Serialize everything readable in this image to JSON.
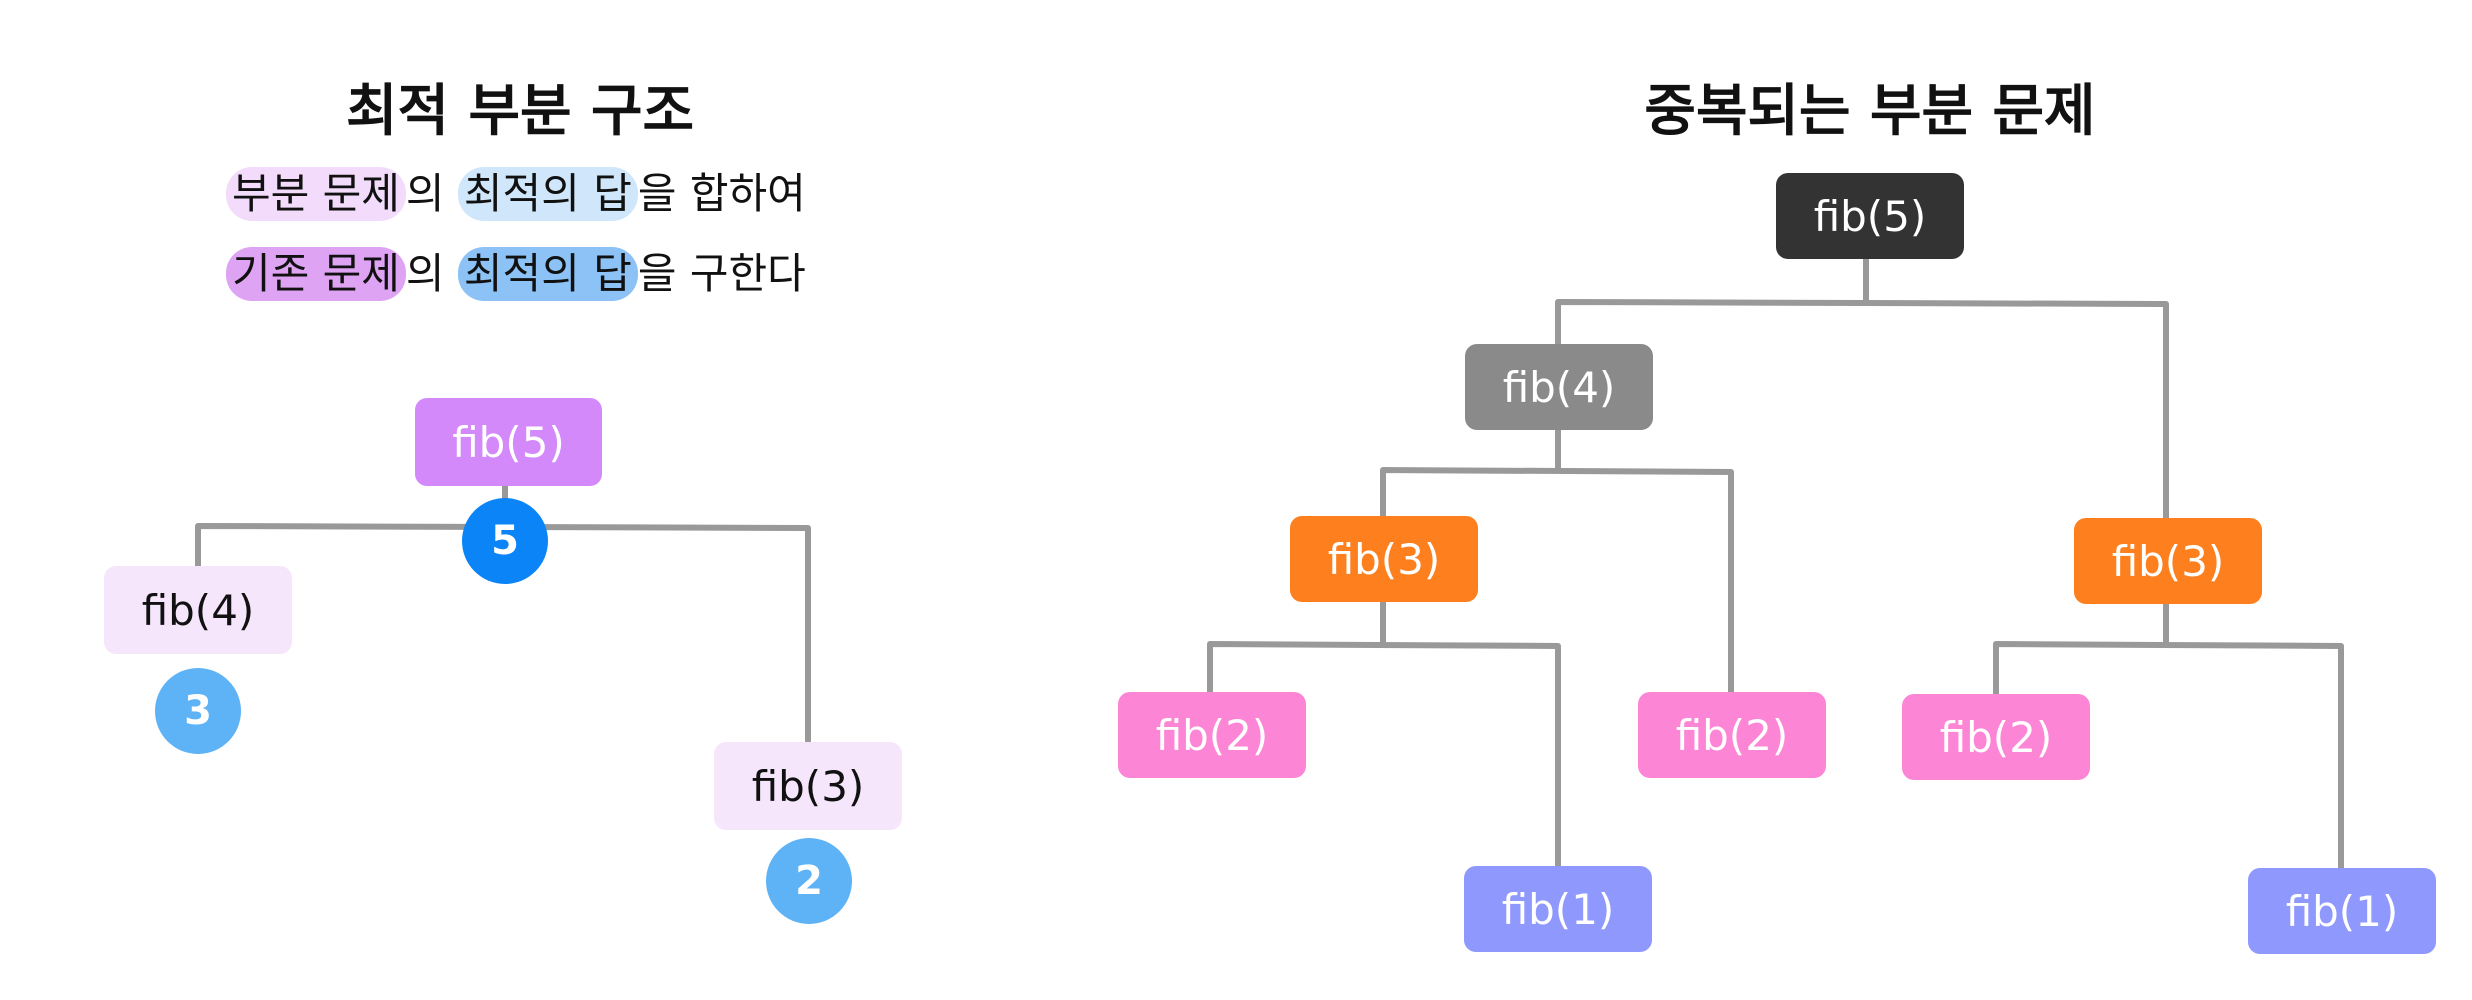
{
  "left": {
    "title": "최적 부분 구조",
    "line1": {
      "a": "부분 문제",
      "b": "의 ",
      "c": "최적의 답",
      "d": "을 합하여"
    },
    "line2": {
      "a": "기존 문제",
      "b": "의 ",
      "c": "최적의 답",
      "d": "을 구한다"
    },
    "nodes": {
      "root": "fib(5)",
      "left": "fib(4)",
      "right": "fib(3)"
    },
    "values": {
      "root": "5",
      "left": "3",
      "right": "2"
    }
  },
  "right": {
    "title": "중복되는 부분 문제",
    "nodes": {
      "n5": "fib(5)",
      "n4": "fib(4)",
      "n3a": "fib(3)",
      "n3b": "fib(3)",
      "n2a": "fib(2)",
      "n2b": "fib(2)",
      "n2c": "fib(2)",
      "n1a": "fib(1)",
      "n1b": "fib(1)"
    }
  },
  "colors": {
    "root_left": "#d389f9",
    "light_lavender": "#f6e6fc",
    "circle_root": "#0a84f6",
    "circle_child": "#5eb2f6",
    "dark": "#333333",
    "gray": "#8a8a8a",
    "orange": "#fd7f1e",
    "pink": "#fc85d5",
    "periwinkle": "#8f98fc",
    "wire": "#999999"
  }
}
